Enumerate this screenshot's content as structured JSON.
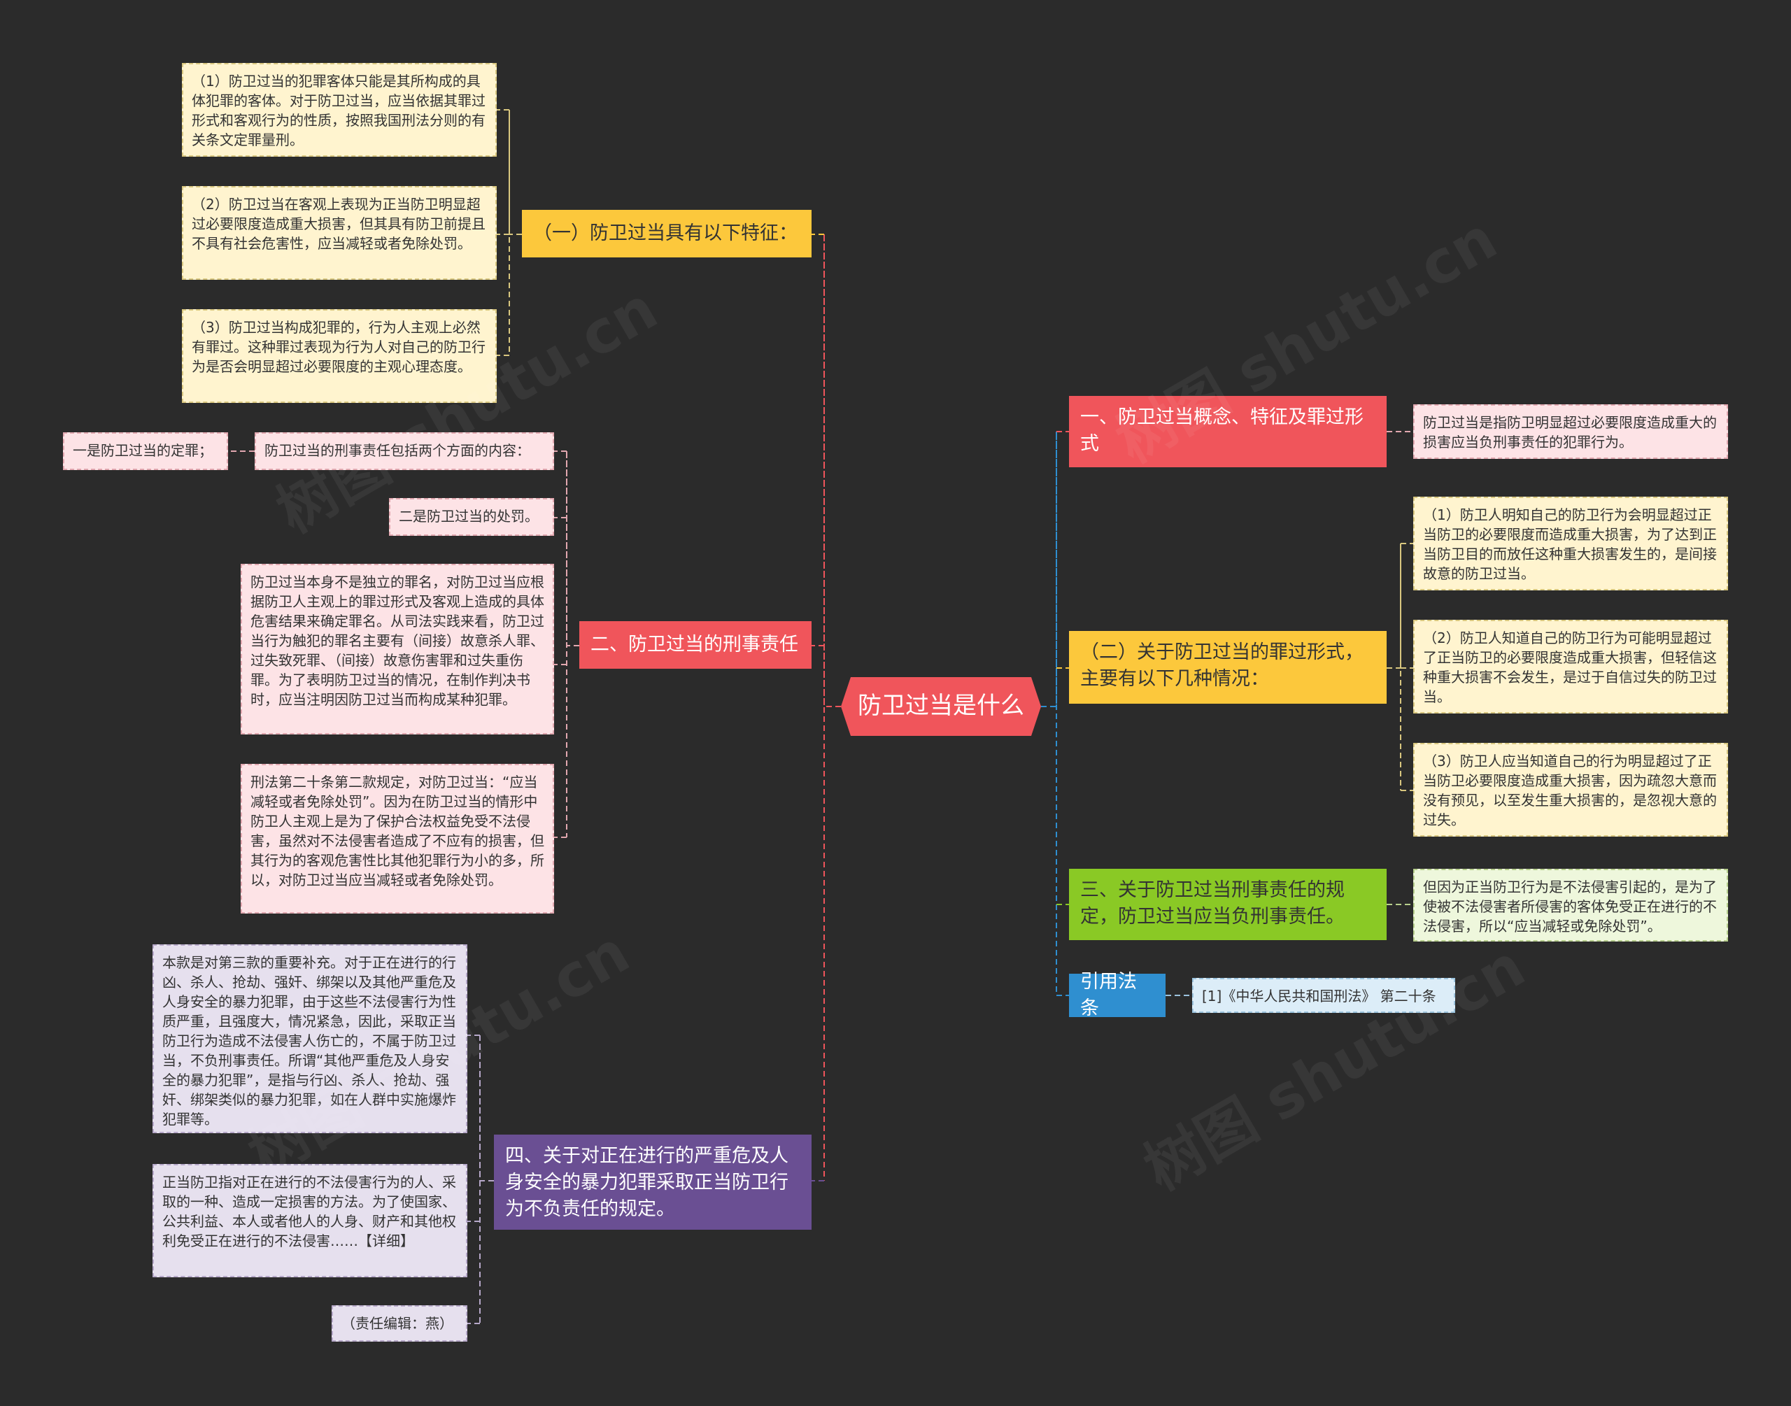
{
  "root": {
    "title": "防卫过当是什么"
  },
  "left": {
    "section1": {
      "title": "（一）防卫过当具有以下特征：",
      "items": [
        "（1）防卫过当的犯罪客体只能是其所构成的具体犯罪的客体。对于防卫过当，应当依据其罪过形式和客观行为的性质，按照我国刑法分则的有关条文定罪量刑。",
        "（2）防卫过当在客观上表现为正当防卫明显超过必要限度造成重大损害，但其具有防卫前提且不具有社会危害性，应当减轻或者免除处罚。",
        "（3）防卫过当构成犯罪的，行为人主观上必然有罪过。这种罪过表现为行为人对自己的防卫行为是否会明显超过必要限度的主观心理态度。"
      ]
    },
    "section2": {
      "title": "二、防卫过当的刑事责任",
      "sub": "防卫过当的刑事责任包括两个方面的内容：",
      "sub_a": "一是防卫过当的定罪；",
      "sub_b": "二是防卫过当的处罚。",
      "text1": "防卫过当本身不是独立的罪名，对防卫过当应根据防卫人主观上的罪过形式及客观上造成的具体危害结果来确定罪名。从司法实践来看，防卫过当行为触犯的罪名主要有（间接）故意杀人罪、过失致死罪、（间接）故意伤害罪和过失重伤罪。为了表明防卫过当的情况，在制作判决书时，应当注明因防卫过当而构成某种犯罪。",
      "text2": "刑法第二十条第二款规定，对防卫过当：“应当减轻或者免除处罚”。因为在防卫过当的情形中防卫人主观上是为了保护合法权益免受不法侵害，虽然对不法侵害者造成了不应有的损害，但其行为的客观危害性比其他犯罪行为小的多，所以，对防卫过当应当减轻或者免除处罚。"
    },
    "section4": {
      "title": "四、关于对正在进行的严重危及人身安全的暴力犯罪采取正当防卫行为不负责任的规定。",
      "text1": "本款是对第三款的重要补充。对于正在进行的行凶、杀人、抢劫、强奸、绑架以及其他严重危及人身安全的暴力犯罪，由于这些不法侵害行为性质严重，且强度大，情况紧急，因此，采取正当防卫行为造成不法侵害人伤亡的，不属于防卫过当，不负刑事责任。所谓“其他严重危及人身安全的暴力犯罪”，是指与行凶、杀人、抢劫、强奸、绑架类似的暴力犯罪，如在人群中实施爆炸犯罪等。",
      "text2": "正当防卫指对正在进行的不法侵害行为的人、采取的一种、造成一定损害的方法。为了使国家、公共利益、本人或者他人的人身、财产和其他权利免受正在进行的不法侵害……【详细】",
      "text3": "（责任编辑：燕）"
    }
  },
  "right": {
    "section1": {
      "title": "一、防卫过当概念、特征及罪过形式",
      "text": "防卫过当是指防卫明显超过必要限度造成重大的损害应当负刑事责任的犯罪行为。"
    },
    "section2": {
      "title": "（二）关于防卫过当的罪过形式，主要有以下几种情况：",
      "items": [
        "（1）防卫人明知自己的防卫行为会明显超过正当防卫的必要限度而造成重大损害，为了达到正当防卫目的而放任这种重大损害发生的，是间接故意的防卫过当。",
        "（2）防卫人知道自己的防卫行为可能明显超过了正当防卫的必要限度造成重大损害，但轻信这种重大损害不会发生，是过于自信过失的防卫过当。",
        "（3）防卫人应当知道自己的行为明显超过了正当防卫必要限度造成重大损害，因为疏忽大意而没有预见，以至发生重大损害的，是忽视大意的过失。"
      ]
    },
    "section3": {
      "title": "三、关于防卫过当刑事责任的规定，防卫过当应当负刑事责任。",
      "text": "但因为正当防卫行为是不法侵害引起的，是为了使被不法侵害者所侵害的客体免受正在进行的不法侵害，所以“应当减轻或免除处罚”。"
    },
    "section5": {
      "title": "引用法条",
      "text": "[1]《中华人民共和国刑法》 第二十条"
    }
  },
  "watermark": "树图 shutu.cn",
  "colors": {
    "background": "#2b2b2b",
    "root": "#f0555b",
    "red": "#f0555b",
    "yellow": "#fcc83c",
    "green": "#8ac925",
    "purple": "#6a4f93",
    "blue": "#2f8fd0",
    "pink_leaf": "#fde3e6",
    "yellow_leaf": "#fff4cf",
    "purple_leaf": "#e6e0ee",
    "green_leaf": "#eef7dc",
    "blue_leaf": "#dcedf8"
  }
}
